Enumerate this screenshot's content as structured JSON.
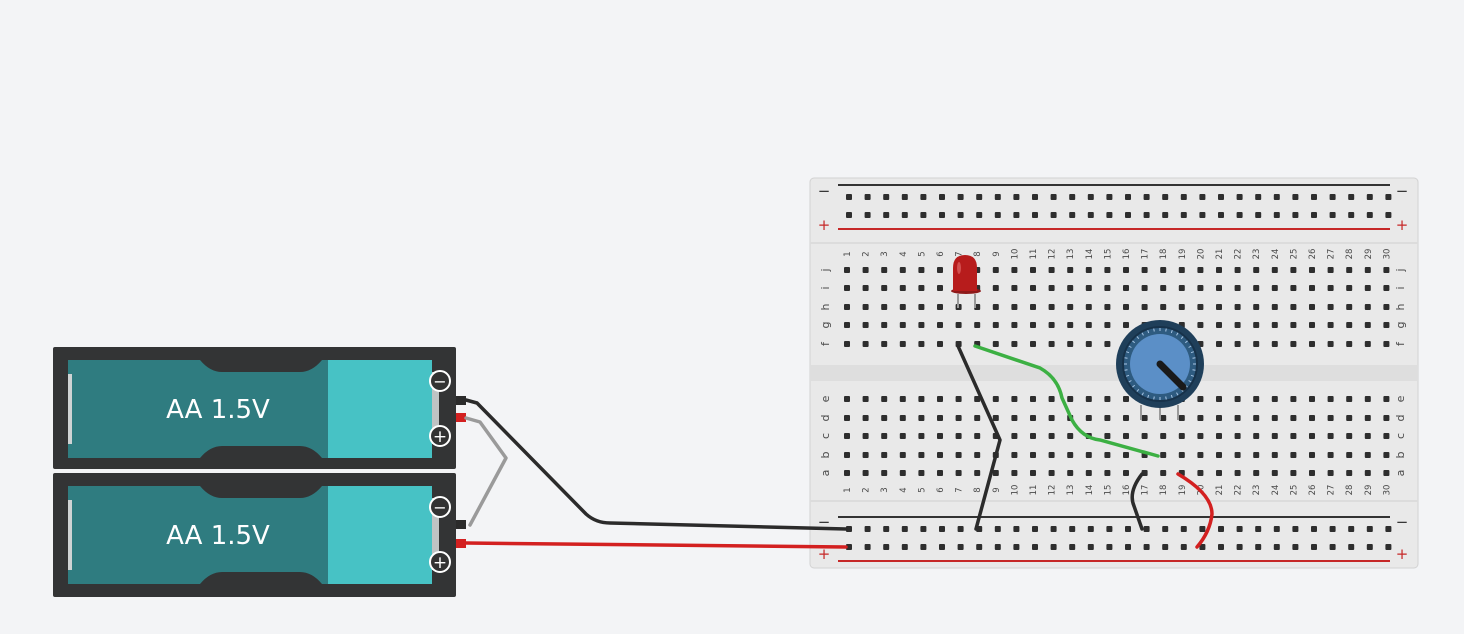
{
  "canvas": {
    "background": "#f3f4f6"
  },
  "batteries": [
    {
      "label": "AA 1.5V",
      "minus_symbol": "−",
      "plus_symbol": "+"
    },
    {
      "label": "AA 1.5V",
      "minus_symbol": "−",
      "plus_symbol": "+"
    }
  ],
  "breadboard": {
    "columns": [
      "1",
      "2",
      "3",
      "4",
      "5",
      "6",
      "7",
      "8",
      "9",
      "10",
      "11",
      "12",
      "13",
      "14",
      "15",
      "16",
      "17",
      "18",
      "19",
      "20",
      "21",
      "22",
      "23",
      "24",
      "25",
      "26",
      "27",
      "28",
      "29",
      "30"
    ],
    "top_rows": [
      "j",
      "i",
      "h",
      "g",
      "f"
    ],
    "bottom_rows": [
      "e",
      "d",
      "c",
      "b",
      "a"
    ],
    "rail_minus": "−",
    "rail_plus": "+"
  },
  "components": {
    "led": {
      "color": "#b71c1c"
    },
    "potentiometer": {
      "knob_color": "#5b8fc7"
    }
  },
  "wires": {
    "battery_minus_to_rail": "#2b2b2b",
    "battery_plus_to_rail": "#d32020",
    "battery_series_link": "#9a9a9a",
    "led_to_pot": "#3cb043",
    "rail_to_led": "#2b2b2b",
    "pot_ground": "#2b2b2b",
    "pot_power": "#d32020"
  }
}
